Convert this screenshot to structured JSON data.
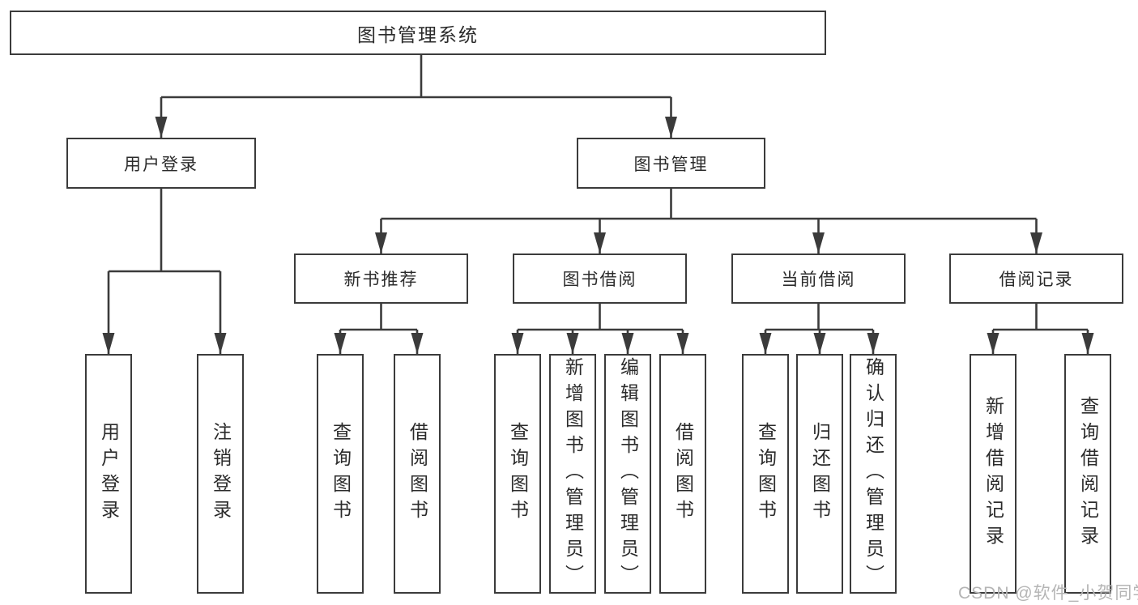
{
  "colors": {
    "line": "#3b3b3b",
    "text": "#2b2b2b",
    "background": "#ffffff",
    "watermark": "#b5b5b5"
  },
  "watermark": "CSDN @软件_小贺同学",
  "tree": {
    "root": {
      "label": "图书管理系统"
    },
    "level2": [
      {
        "label": "用户登录"
      },
      {
        "label": "图书管理"
      }
    ],
    "level3": [
      {
        "label": "新书推荐",
        "parent": "图书管理"
      },
      {
        "label": "图书借阅",
        "parent": "图书管理"
      },
      {
        "label": "当前借阅",
        "parent": "图书管理"
      },
      {
        "label": "借阅记录",
        "parent": "图书管理"
      }
    ],
    "leaves": [
      {
        "label": "用户登录",
        "parent": "用户登录"
      },
      {
        "label": "注销登录",
        "parent": "用户登录"
      },
      {
        "label": "查询图书",
        "parent": "新书推荐"
      },
      {
        "label": "借阅图书",
        "parent": "新书推荐"
      },
      {
        "label": "查询图书",
        "parent": "图书借阅"
      },
      {
        "label": "新增图书（管理员）",
        "parent": "图书借阅"
      },
      {
        "label": "编辑图书（管理员）",
        "parent": "图书借阅"
      },
      {
        "label": "借阅图书",
        "parent": "图书借阅"
      },
      {
        "label": "查询图书",
        "parent": "当前借阅"
      },
      {
        "label": "归还图书",
        "parent": "当前借阅"
      },
      {
        "label": "确认归还（管理员）",
        "parent": "当前借阅"
      },
      {
        "label": "新增借阅记录",
        "parent": "借阅记录"
      },
      {
        "label": "查询借阅记录",
        "parent": "借阅记录"
      }
    ]
  }
}
